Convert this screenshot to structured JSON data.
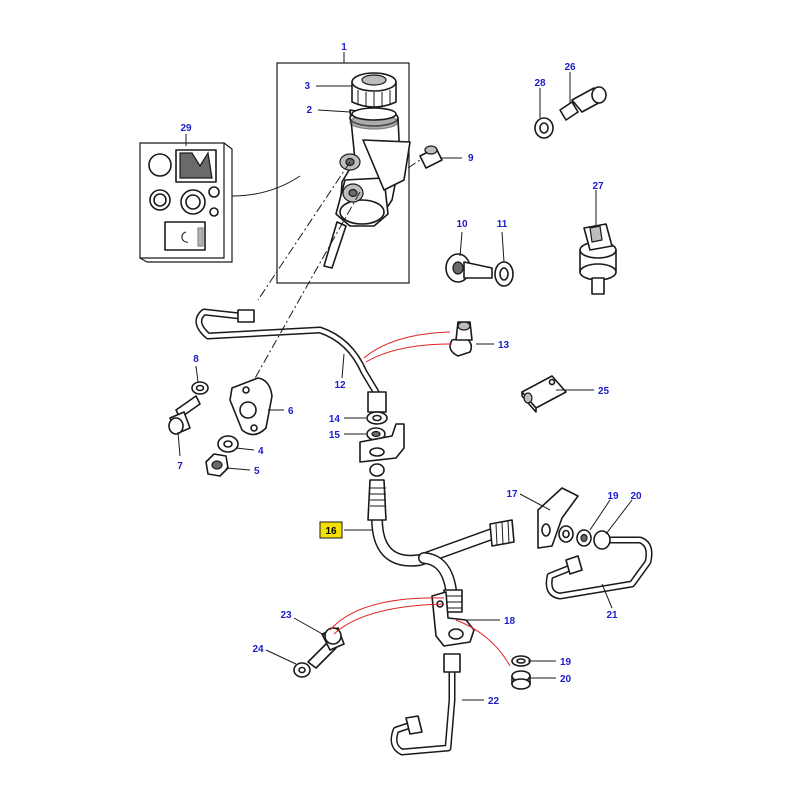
{
  "diagram": {
    "highlighted_callout": "16",
    "accent_color": "#1c1cc8",
    "highlight_color": "#f5e100",
    "guide_line_color": "#dd2222",
    "callouts": {
      "c1": "1",
      "c2": "2",
      "c3": "3",
      "c4": "4",
      "c5": "5",
      "c6": "6",
      "c7": "7",
      "c8": "8",
      "c9": "9",
      "c10": "10",
      "c11": "11",
      "c12": "12",
      "c13": "13",
      "c14": "14",
      "c15": "15",
      "c16": "16",
      "c17": "17",
      "c18": "18",
      "c19a": "19",
      "c19b": "19",
      "c20a": "20",
      "c20b": "20",
      "c21": "21",
      "c22": "22",
      "c23": "23",
      "c24": "24",
      "c25": "25",
      "c26": "26",
      "c27": "27",
      "c28": "28",
      "c29": "29"
    }
  }
}
